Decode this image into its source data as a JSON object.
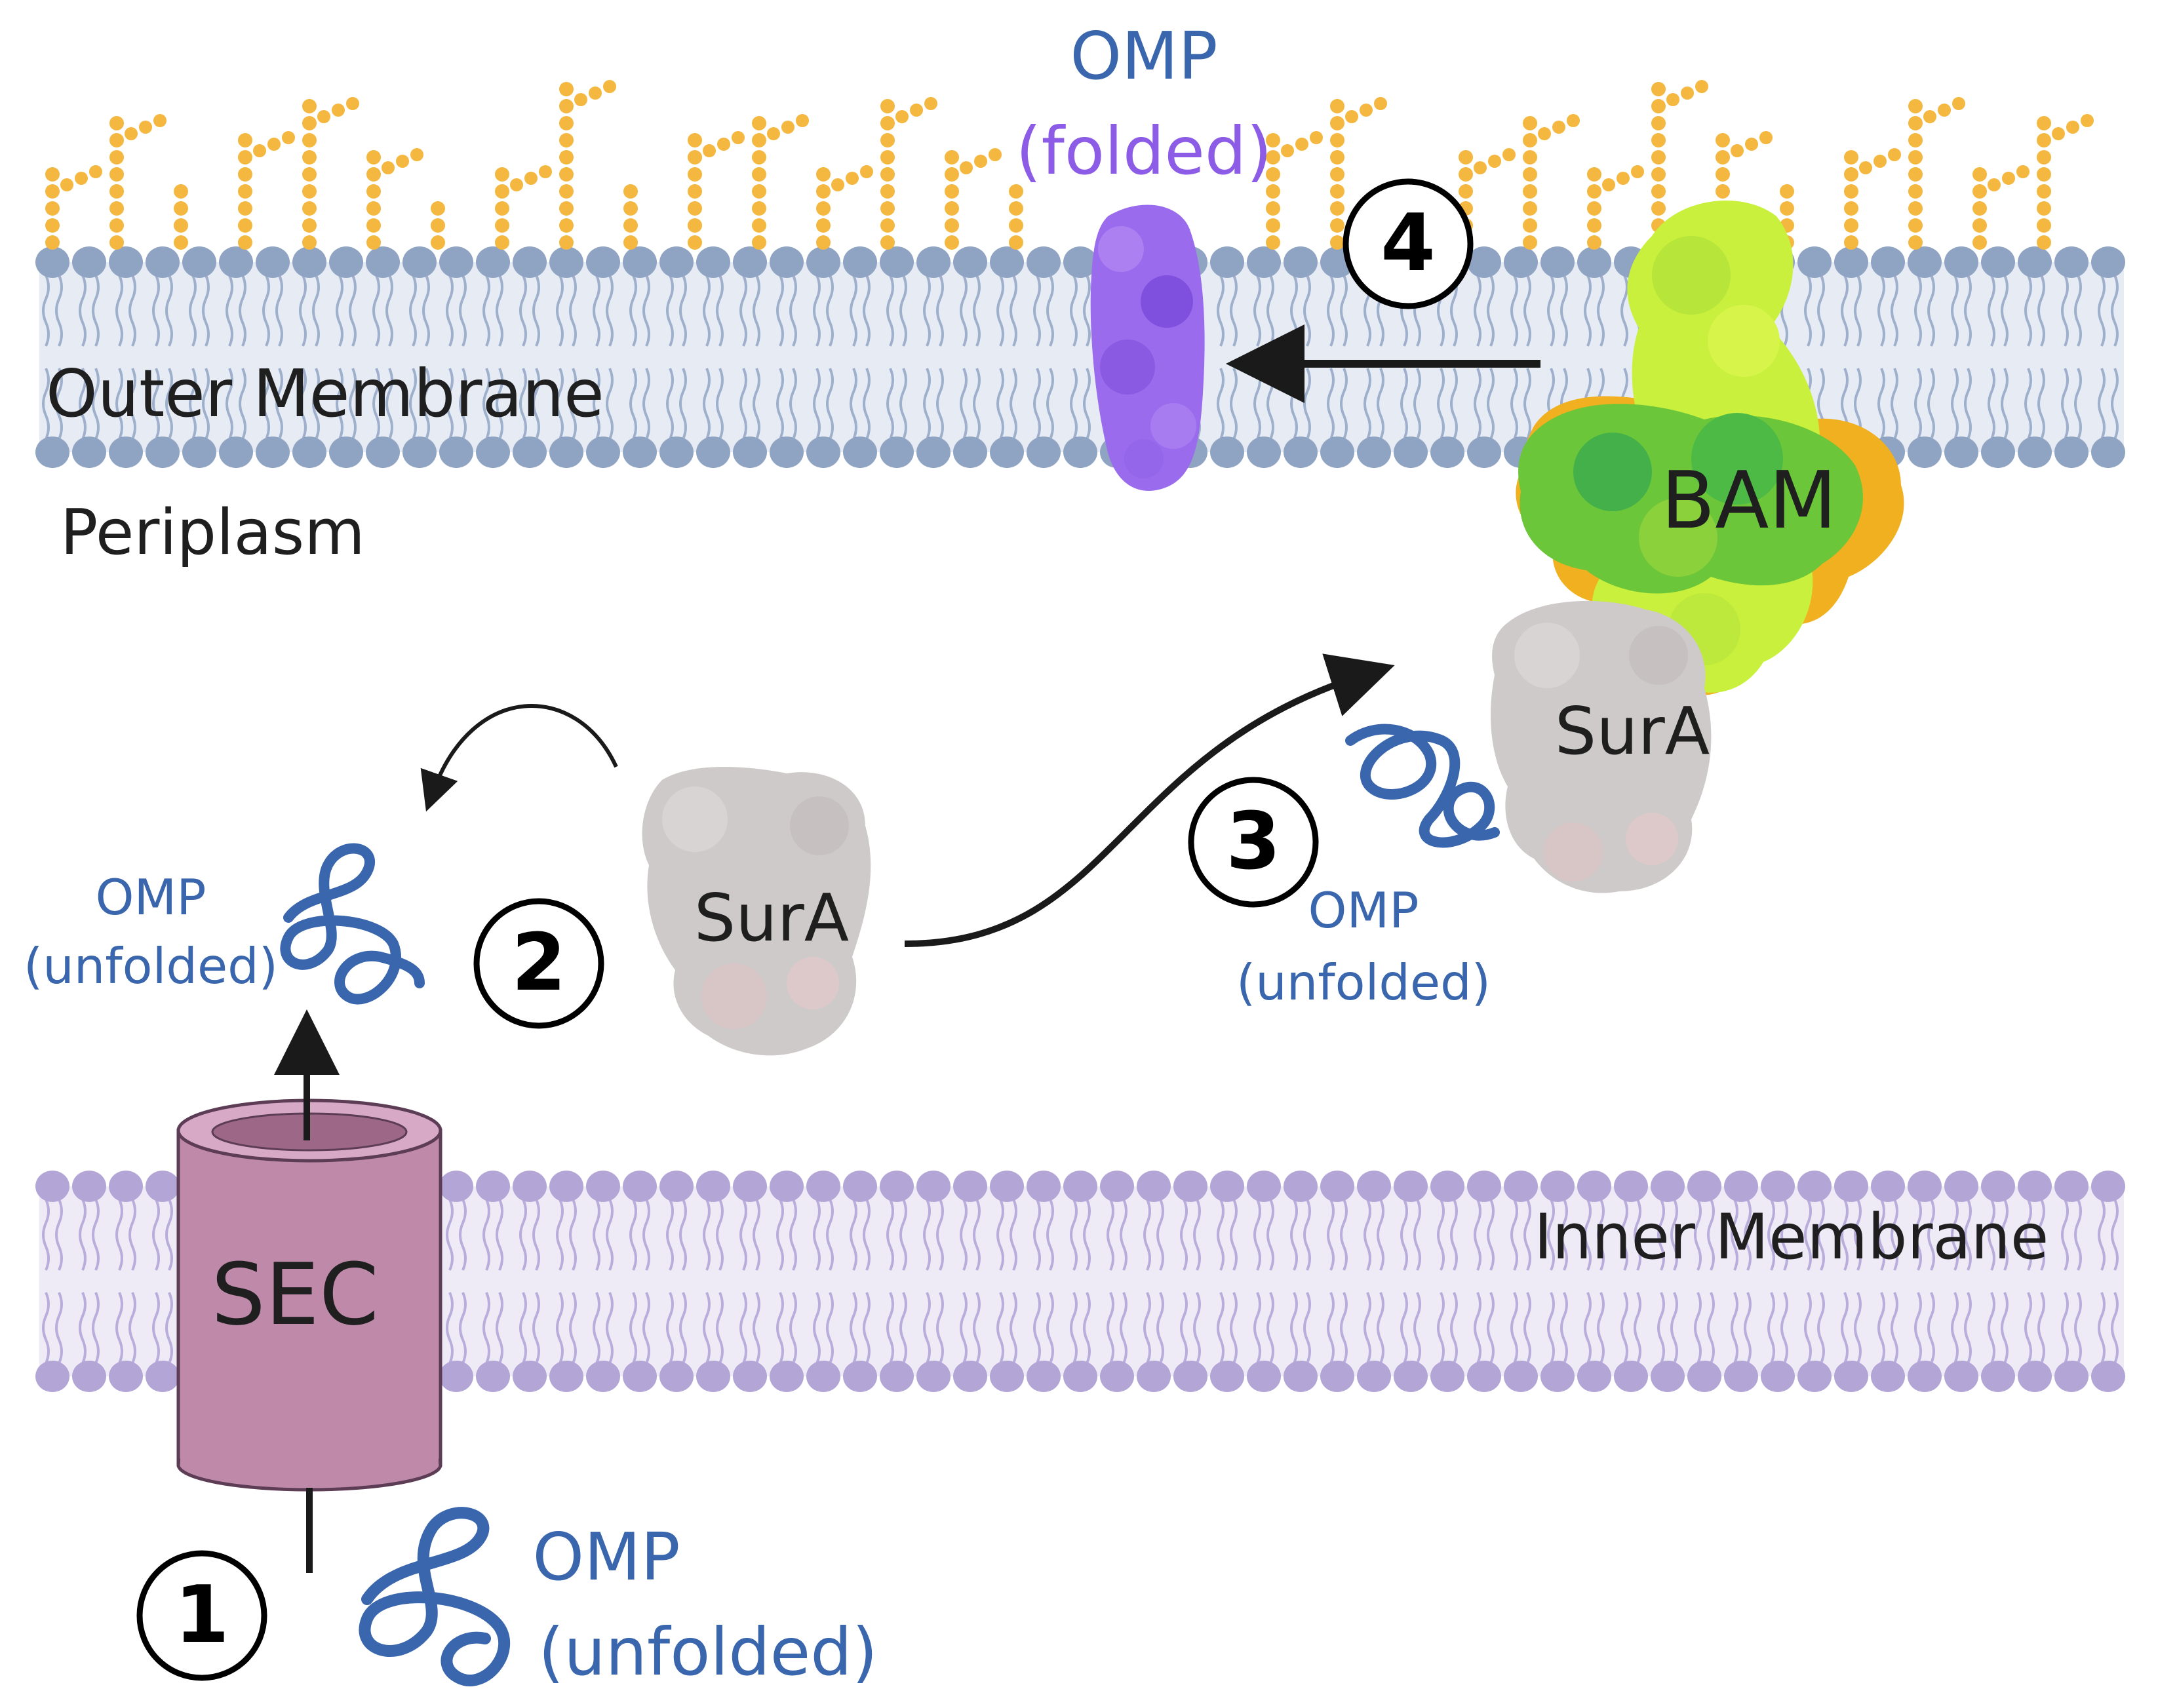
{
  "labels": {
    "outer_membrane": "Outer Membrane",
    "periplasm": "Periplasm",
    "inner_membrane": "Inner Membrane",
    "sec": "SEC",
    "bam": "BAM",
    "sura_left": "SurA",
    "sura_right": "SurA",
    "omp_top_line1": "OMP",
    "omp_top_line2": "(folded)",
    "omp_left_line1": "OMP",
    "omp_left_line2": "(unfolded)",
    "omp_mid_line1": "OMP",
    "omp_mid_line2": "(unfolded)",
    "omp_bottom_line1": "OMP",
    "omp_bottom_line2": "(unfolded)"
  },
  "steps": [
    "1",
    "2",
    "3",
    "4"
  ],
  "colors": {
    "outer_lipid_head": "#8fa3c2",
    "inner_lipid_head": "#b3a6d6",
    "membrane_band": "#e6ebf4",
    "inner_band": "#eeeaf6",
    "lps_sugar": "#f4b740",
    "sec_body": "#bf8aaa",
    "omp_blue": "#3a66ad",
    "omp_folded": "#8c5ce6",
    "sura_gray": "#c8c6c6",
    "bam_green": "#7ecb3a",
    "bam_yellow_green": "#c8f03c",
    "bam_orange": "#f0b020"
  }
}
